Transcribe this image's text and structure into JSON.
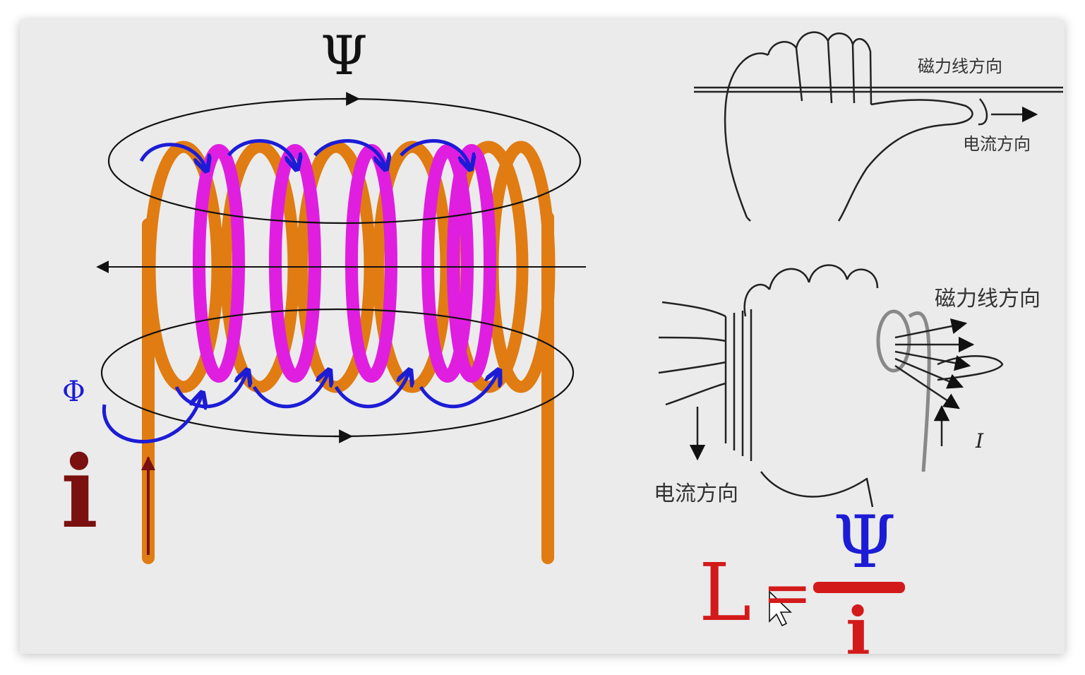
{
  "labels": {
    "psi_top": "Ψ",
    "phi": "Φ",
    "current_i": "i",
    "field_direction_1": "磁力线方向",
    "current_direction_1": "电流方向",
    "field_direction_2": "磁力线方向",
    "current_direction_2": "电流方向",
    "current_I": "I"
  },
  "formula": {
    "lhs": "L",
    "equals": "=",
    "numerator": "Ψ",
    "denominator": "i"
  },
  "colors": {
    "coil_wire": "#e07c12",
    "flux_loops": "#e01ee0",
    "flux_arrows": "#1c1cd6",
    "current_arrow": "#7a1010",
    "formula_red": "#d31a1a",
    "formula_blue": "#1c1cd6"
  }
}
